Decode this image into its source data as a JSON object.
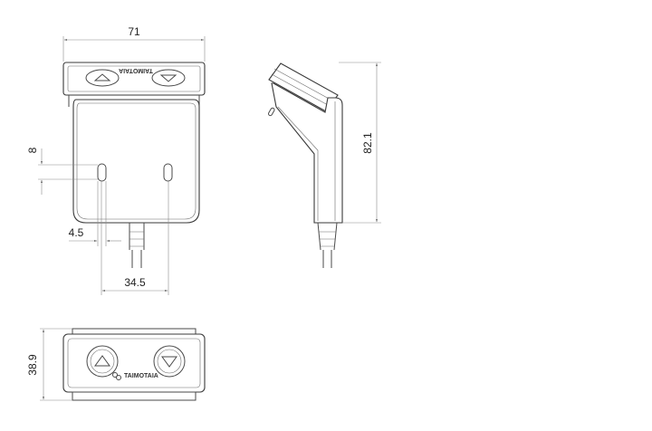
{
  "dimensions": {
    "width_top": "71",
    "height_side": "82.1",
    "slot_height": "8",
    "slot_offset": "4.5",
    "slot_spacing": "34.5",
    "depth_bottom": "38.9"
  },
  "brand_text": "TAIMOTAIA",
  "icons": {
    "up": "triangle-up",
    "down": "triangle-down"
  }
}
